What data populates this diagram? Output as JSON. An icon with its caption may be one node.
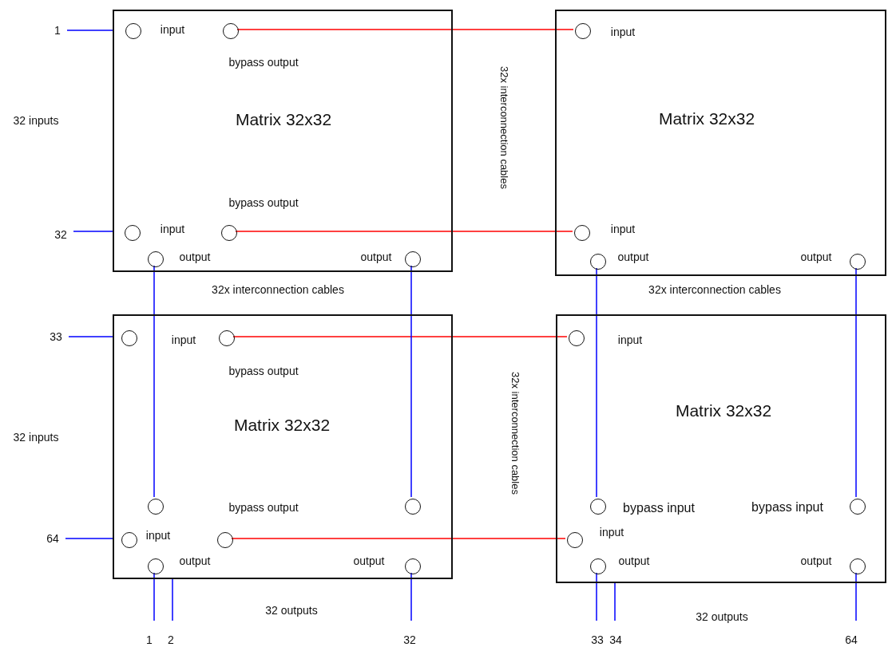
{
  "diagram": {
    "nodes": [
      {
        "text": [
          "1"
        ]
      },
      {
        "text": [
          "Matrix 32x32"
        ]
      },
      {
        "text": [],
        "shape": "circle",
        "in": 1,
        "beside": [
          "input"
        ]
      },
      {
        "text": [],
        "shape": "circle",
        "in": 1,
        "beside": [
          "bypass output"
        ]
      },
      {
        "text": [],
        "shape": "circle",
        "in": 1,
        "beside": [
          "input"
        ]
      },
      {
        "text": [],
        "shape": "circle",
        "in": 1,
        "beside": [
          "bypass output"
        ]
      },
      {
        "text": [],
        "shape": "circle",
        "in": 1,
        "beside": [
          "output"
        ]
      },
      {
        "text": [],
        "shape": "circle",
        "in": 1,
        "beside": [
          "output"
        ]
      },
      {
        "text": [
          "Matrix 32x32"
        ]
      },
      {
        "text": [],
        "shape": "circle",
        "in": 8,
        "beside": [
          "input"
        ]
      },
      {
        "text": [],
        "shape": "circle",
        "in": 8,
        "beside": [
          "input"
        ]
      },
      {
        "text": [],
        "shape": "circle",
        "in": 8,
        "beside": [
          "output"
        ]
      },
      {
        "text": [],
        "shape": "circle",
        "in": 8,
        "beside": [
          "output"
        ]
      },
      {
        "text": [
          "32"
        ]
      },
      {
        "text": [
          "33"
        ]
      },
      {
        "text": [
          "Matrix 32x32"
        ]
      },
      {
        "text": [],
        "shape": "circle",
        "in": 15,
        "beside": [
          "input"
        ]
      },
      {
        "text": [],
        "shape": "circle",
        "in": 15,
        "beside": [
          "bypass output"
        ]
      },
      {
        "text": [],
        "shape": "circle",
        "in": 15
      },
      {
        "text": [],
        "shape": "circle",
        "in": 15
      },
      {
        "text": [],
        "shape": "circle",
        "in": 15,
        "beside": [
          "input"
        ]
      },
      {
        "text": [],
        "shape": "circle",
        "in": 15,
        "beside": [
          "bypass output"
        ]
      },
      {
        "text": [],
        "shape": "circle",
        "in": 15,
        "beside": [
          "output"
        ]
      },
      {
        "text": [],
        "shape": "circle",
        "in": 15,
        "beside": [
          "output"
        ]
      },
      {
        "text": [
          "Matrix 32x32"
        ]
      },
      {
        "text": [],
        "shape": "circle",
        "in": 24,
        "beside": [
          "input"
        ]
      },
      {
        "text": [],
        "shape": "circle",
        "in": 24,
        "beside": [
          "bypass input"
        ]
      },
      {
        "text": [],
        "shape": "circle",
        "in": 24,
        "beside": [
          "bypass input"
        ]
      },
      {
        "text": [],
        "shape": "circle",
        "in": 24,
        "beside": [
          "input"
        ]
      },
      {
        "text": [],
        "shape": "circle",
        "in": 24,
        "beside": [
          "output"
        ]
      },
      {
        "text": [],
        "shape": "circle",
        "in": 24,
        "beside": [
          "output"
        ]
      },
      {
        "text": [
          "64"
        ]
      },
      {
        "text": [
          "1"
        ]
      },
      {
        "text": [
          "2"
        ]
      },
      {
        "text": [
          "32"
        ]
      },
      {
        "text": [
          "33"
        ]
      },
      {
        "text": [
          "34"
        ]
      },
      {
        "text": [
          "64"
        ]
      }
    ],
    "edges": [
      {
        "from": 0,
        "to": 1,
        "arrow": "none"
      },
      {
        "from": 13,
        "to": 1,
        "arrow": "none"
      },
      {
        "from": 14,
        "to": 15,
        "arrow": "none"
      },
      {
        "from": 31,
        "to": 15,
        "arrow": "none"
      },
      {
        "from": 3,
        "to": 9,
        "arrow": "none",
        "color": "#ff0000"
      },
      {
        "from": 5,
        "to": 10,
        "arrow": "none",
        "color": "#ff0000"
      },
      {
        "from": 17,
        "to": 25,
        "arrow": "none",
        "color": "#ff0000"
      },
      {
        "from": 21,
        "to": 28,
        "arrow": "none",
        "color": "#ff0000"
      },
      {
        "from": 6,
        "to": 18,
        "arrow": "none"
      },
      {
        "from": 7,
        "to": 19,
        "arrow": "none"
      },
      {
        "from": 11,
        "to": 26,
        "arrow": "none"
      },
      {
        "from": 12,
        "to": 27,
        "arrow": "none"
      },
      {
        "from": 22,
        "to": 32,
        "arrow": "none"
      },
      {
        "from": 15,
        "to": 33,
        "arrow": "none"
      },
      {
        "from": 23,
        "to": 34,
        "arrow": "none"
      },
      {
        "from": 29,
        "to": 35,
        "arrow": "none"
      },
      {
        "from": 24,
        "to": 36,
        "arrow": "none"
      },
      {
        "from": 30,
        "to": 37,
        "arrow": "none"
      }
    ],
    "labels": [
      "32 inputs",
      "32x interconnection cables",
      "32x interconnection cables",
      "32x interconnection cables",
      "32 inputs",
      "32x interconnection cables",
      "32 outputs",
      "32 outputs"
    ]
  }
}
